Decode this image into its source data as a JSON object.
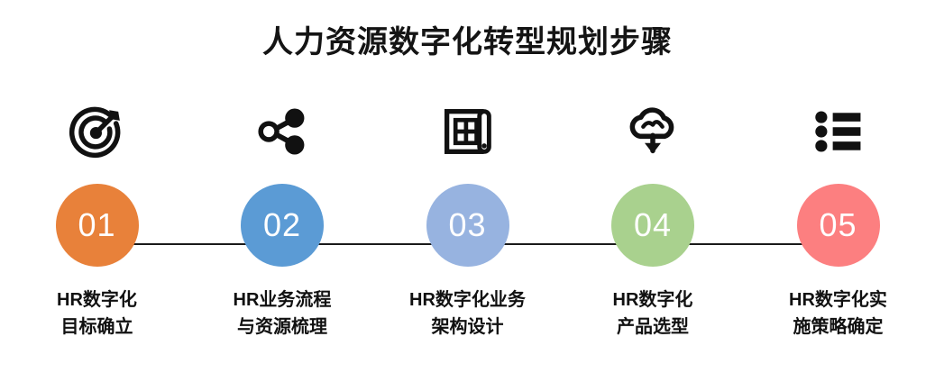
{
  "title": "人力资源数字化转型规划步骤",
  "background_color": "#FFFFFF",
  "title_color": "#141414",
  "connector_color": "#1A1A1A",
  "caption_color": "#111111",
  "number_text_color": "#FFFFFF",
  "steps": [
    {
      "number": "01",
      "color": "#E8813A",
      "icon": "target-arrow-icon",
      "caption_line1": "HR数字化",
      "caption_line2": "目标确立"
    },
    {
      "number": "02",
      "color": "#5B9BD5",
      "icon": "share-nodes-icon",
      "caption_line1": "HR业务流程",
      "caption_line2": "与资源梳理"
    },
    {
      "number": "03",
      "color": "#97B3E0",
      "icon": "blueprint-icon",
      "caption_line1": "HR数字化业务",
      "caption_line2": "架构设计"
    },
    {
      "number": "04",
      "color": "#A9D18E",
      "icon": "cloud-download-icon",
      "caption_line1": "HR数字化",
      "caption_line2": "产品选型"
    },
    {
      "number": "05",
      "color": "#FC7F80",
      "icon": "bullet-list-icon",
      "caption_line1": "HR数字化实",
      "caption_line2": "施策略确定"
    }
  ]
}
